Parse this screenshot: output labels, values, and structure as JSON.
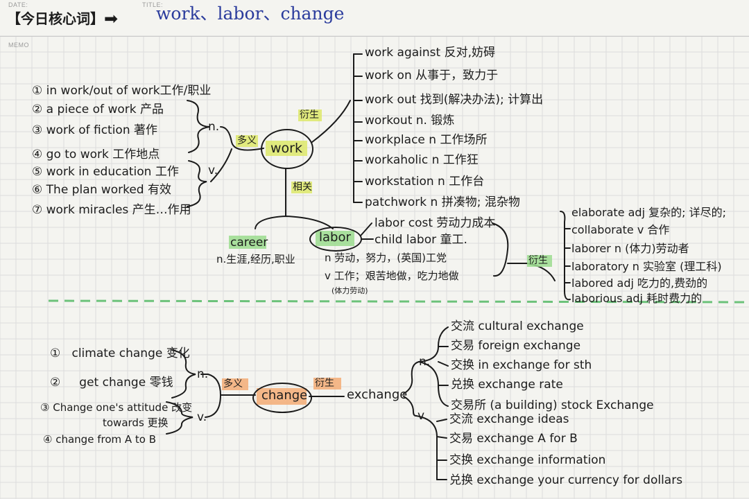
{
  "header": {
    "date_label": "DATE:",
    "title_label": "TITLE:",
    "memo_label": "MEMO",
    "tag": "【今日核心词】",
    "arrow": "➡",
    "title": "work、labor、change"
  },
  "work_map": {
    "center": "work",
    "left_label_duoyi": "多义",
    "derive_label": "衍生",
    "related_label": "相关",
    "pos_n": "n.",
    "pos_v": "v.",
    "meanings": [
      {
        "num": "①",
        "text": "in work/out of work工作/职业"
      },
      {
        "num": "②",
        "text": "a piece of work 产品"
      },
      {
        "num": "③",
        "text": "work of fiction 著作"
      },
      {
        "num": "④",
        "text": "go to work 工作地点"
      },
      {
        "num": "⑤",
        "text": "work in education 工作"
      },
      {
        "num": "⑥",
        "text": "The plan worked 有效"
      },
      {
        "num": "⑦",
        "text": "work miracles 产生…作用"
      }
    ],
    "derivatives": [
      "work against 反对,妨碍",
      "work on 从事于，致力于",
      "work out 找到(解决办法); 计算出",
      "workout n. 锻炼",
      "workplace n 工作场所",
      "workaholic n 工作狂",
      "workstation n 工作台",
      "patchwork n 拼凑物; 混杂物"
    ]
  },
  "career": {
    "word": "career",
    "meaning": "n.生涯,经历,职业"
  },
  "labor_map": {
    "center": "labor",
    "phrases": [
      "labor cost 劳动力成本",
      "child labor 童工."
    ],
    "noun": "n 劳动，努力，(英国)工党",
    "verb": "v 工作；艰苦地做，吃力地做",
    "verb_note": "(体力劳动)",
    "derive_label": "衍生",
    "derivatives": [
      "elaborate adj 复杂的; 详尽的;",
      "collaborate v 合作",
      "laborer n (体力)劳动者",
      "laboratory n 实验室 (理工科)",
      "labored adj 吃力的,费劲的",
      "laborious adj 耗时费力的"
    ]
  },
  "change_map": {
    "center": "change",
    "duoyi_label": "多义",
    "derive_label": "衍生",
    "pos_n": "n.",
    "pos_v": "v.",
    "meanings": [
      {
        "num": "①",
        "text": "climate change 变化"
      },
      {
        "num": "②",
        "text": "get change 零钱"
      },
      {
        "num": "③",
        "text": "Change one's attitude 改变"
      },
      {
        "num": "",
        "text": "towards 更换"
      },
      {
        "num": "④",
        "text": "change from A to B"
      }
    ],
    "exchange": "exchange",
    "ex_pos_n": "n.",
    "ex_pos_v": "v",
    "exchange_n": [
      "交流 cultural exchange",
      "交易 foreign exchange",
      "交换 in exchange for sth",
      "兑换 exchange rate",
      "交易所 (a building) stock Exchange"
    ],
    "exchange_v": [
      "交流 exchange ideas",
      "交易 exchange A for B",
      "交换 exchange information",
      "兑换 exchange your currency for dollars"
    ]
  },
  "colors": {
    "highlight_yellow": "#dde86a",
    "highlight_green": "#9bdc8e",
    "highlight_orange": "#f4b07c",
    "title_blue": "#2a3b9c",
    "divider_green": "#6cc27a"
  }
}
